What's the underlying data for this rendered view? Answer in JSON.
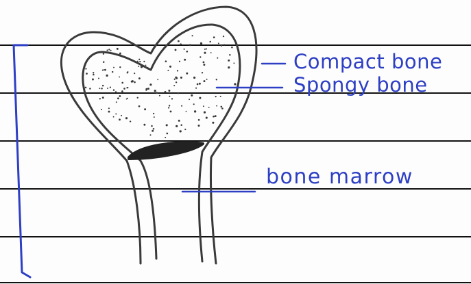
{
  "labels": {
    "compact_bone": "Compact bone",
    "spongy_bone": "Spongy bone",
    "bone_marrow": "bone marrow"
  },
  "colors": {
    "ink_blue": "#2d3fc4",
    "pencil": "#3a3a3a",
    "ruled_line": "#111111"
  }
}
